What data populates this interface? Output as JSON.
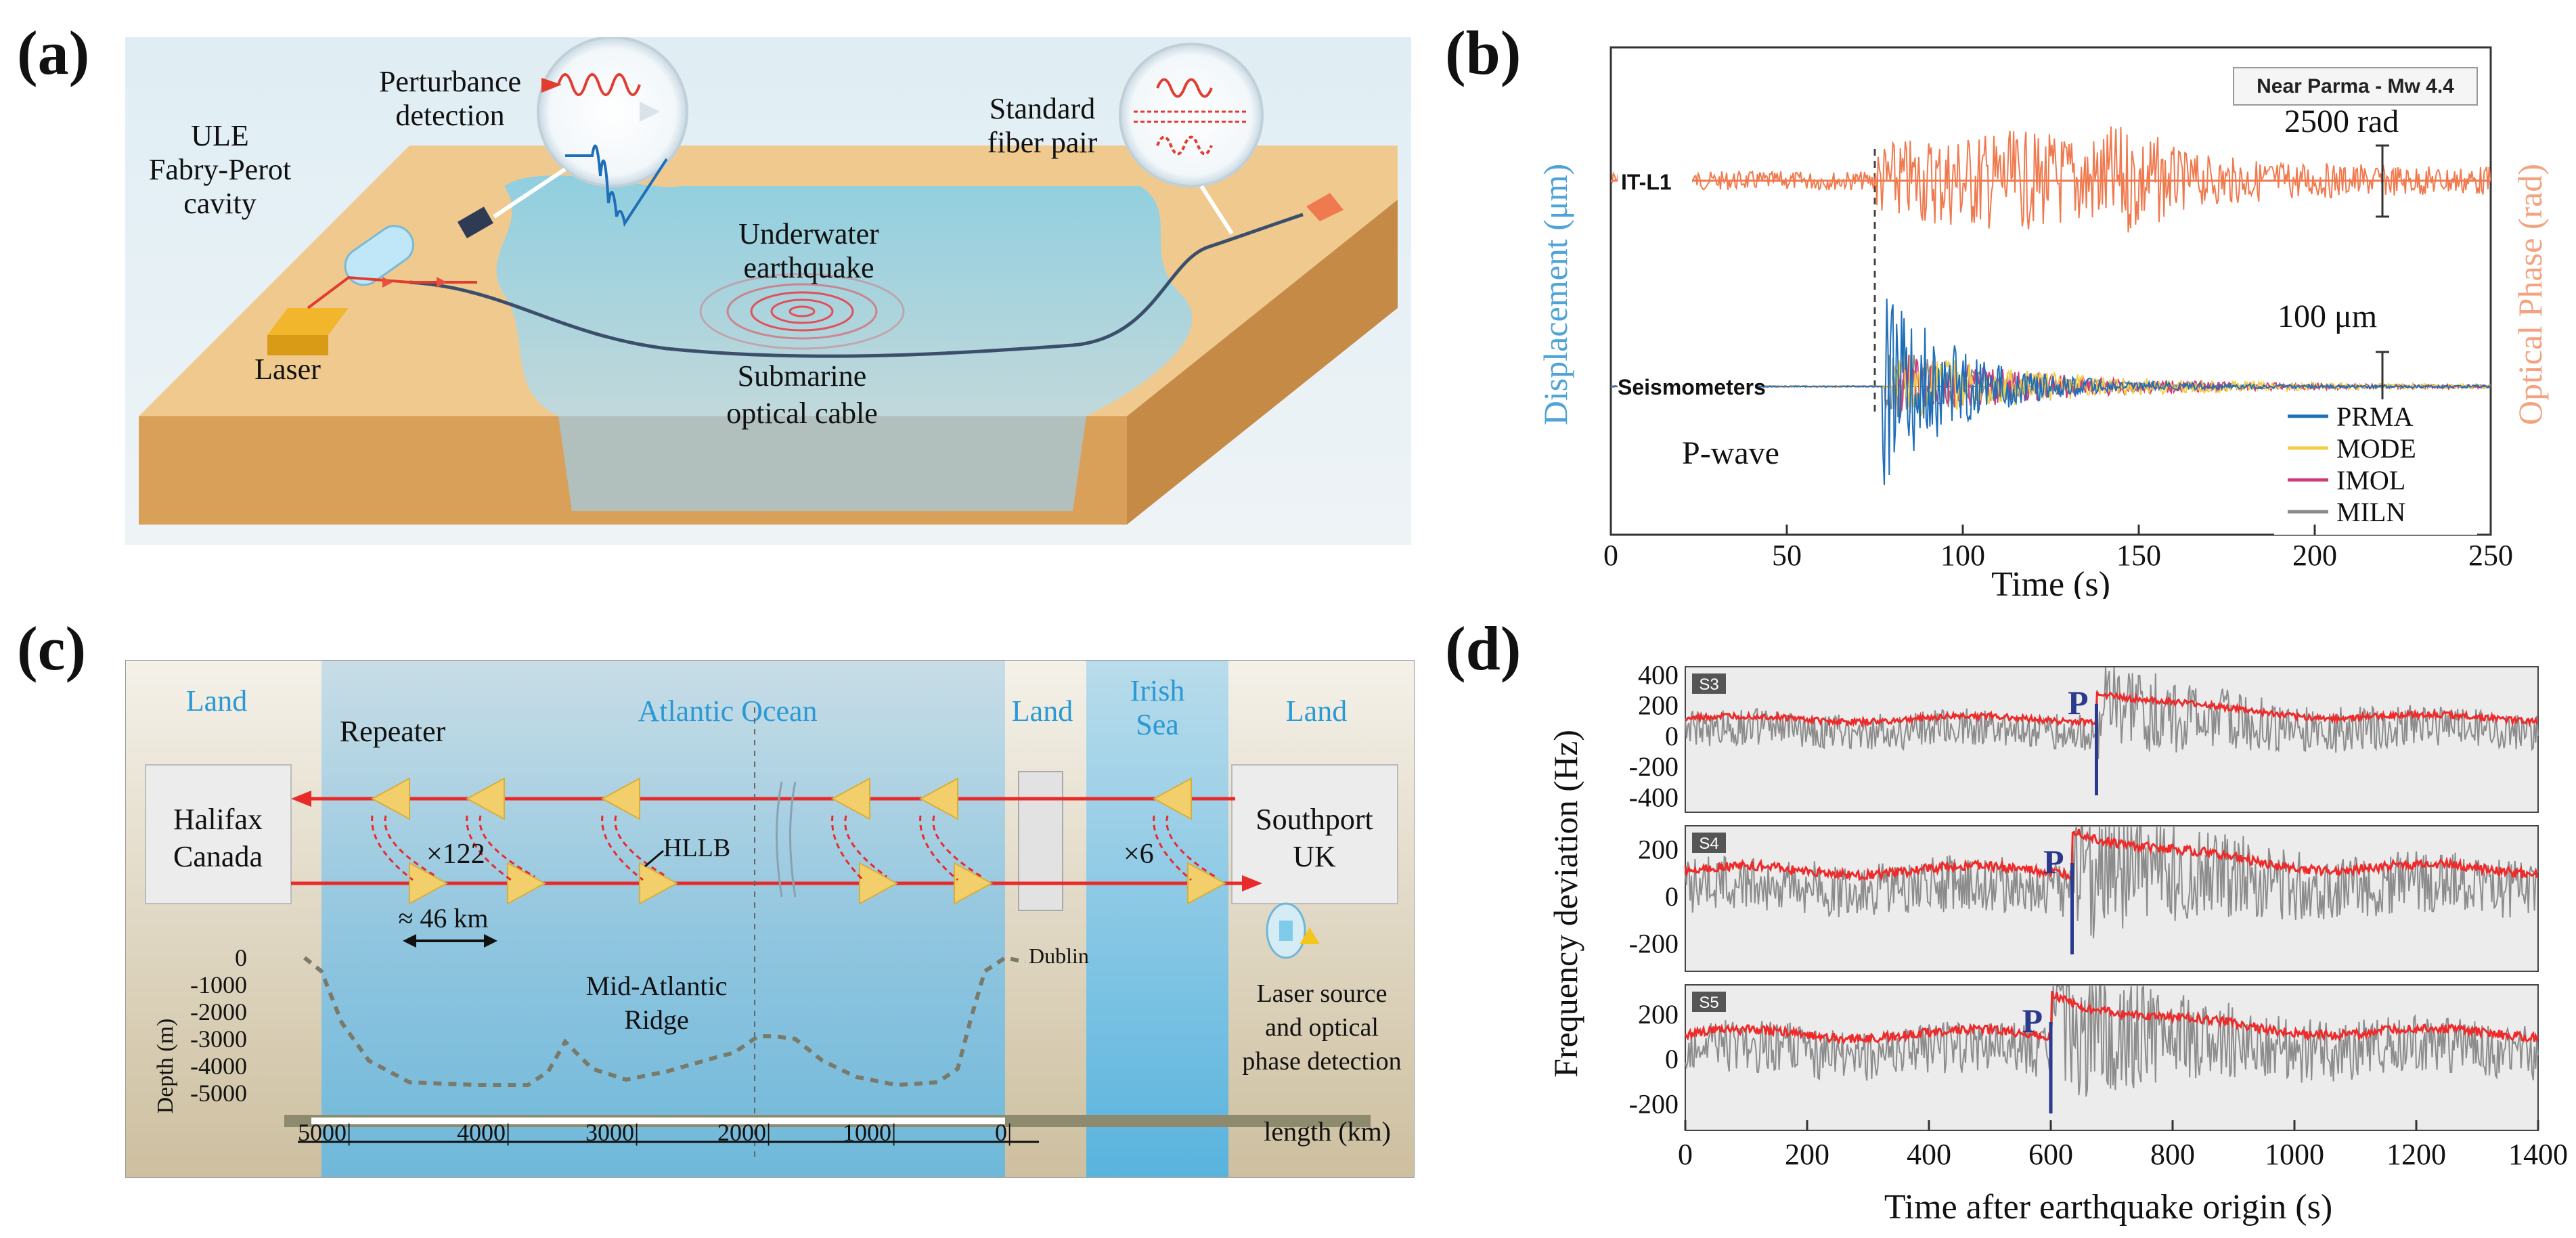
{
  "panels": {
    "a": {
      "label": "(a)",
      "texts": {
        "ule": "ULE",
        "fabry_perot": "Fabry-Perot",
        "cavity": "cavity",
        "perturbance": "Perturbance",
        "detection": "detection",
        "standard": "Standard",
        "fiber_pair": "fiber pair",
        "underwater": "Underwater",
        "earthquake": "earthquake",
        "laser": "Laser",
        "submarine": "Submarine",
        "optical_cable": "optical cable"
      }
    },
    "b": {
      "label": "(b)",
      "texts": {
        "legend_title": "Near Parma - Mw 4.4",
        "scale_rad": "2500 rad",
        "scale_um": "100 μm",
        "trace_itl1": "IT-L1",
        "trace_seis": "Seismometers",
        "pwave": "P-wave",
        "ylabel_left": "Displacement (μm)",
        "ylabel_right": "Optical Phase (rad)",
        "xlabel": "Time (s)"
      },
      "legend": [
        "PRMA",
        "MODE",
        "IMOL",
        "MILN"
      ],
      "xticks": [
        "0",
        "50",
        "100",
        "150",
        "200",
        "250"
      ],
      "colors": {
        "itl1": "#f07a4f",
        "PRMA": "#1f6fb8",
        "MODE": "#f2cd45",
        "IMOL": "#cf3c7a",
        "MILN": "#8a8a8a",
        "left_axis": "#4fa3d6",
        "right_axis": "#f4a27f"
      }
    },
    "c": {
      "label": "(c)",
      "texts": {
        "land_left": "Land",
        "atlantic": "Atlantic Ocean",
        "land_mid": "Land",
        "irish1": "Irish",
        "irish2": "Sea",
        "land_right": "Land",
        "repeater": "Repeater",
        "halifax": "Halifax",
        "canada": "Canada",
        "southport": "Southport",
        "uk": "UK",
        "x122": "×122",
        "x6": "×6",
        "hllb": "HLLB",
        "spacing": "≈ 46 km",
        "dublin": "Dublin",
        "ridge1": "Mid-Atlantic",
        "ridge2": "Ridge",
        "laser1": "Laser source",
        "laser2": "and optical",
        "laser3": "phase detection",
        "depth_label": "Depth (m)",
        "length_label": "length (km)"
      },
      "depth_ticks": [
        "0",
        "-1000",
        "-2000",
        "-3000",
        "-4000",
        "-5000"
      ],
      "length_ticks": [
        "5000|",
        "4000|",
        "3000|",
        "2000|",
        "1000|",
        "0|"
      ]
    },
    "d": {
      "label": "(d)",
      "texts": {
        "ylabel": "Frequency deviation (Hz)",
        "xlabel": "Time after earthquake origin (s)"
      },
      "xticks": [
        "0",
        "200",
        "400",
        "600",
        "800",
        "1000",
        "1200",
        "1400"
      ],
      "subplots": [
        {
          "tag": "S3",
          "p_label": "P",
          "yticks": [
            "400",
            "200",
            "0",
            "-200",
            "-400"
          ],
          "p_time": 675
        },
        {
          "tag": "S4",
          "p_label": "P",
          "yticks": [
            "200",
            "0",
            "-200"
          ],
          "p_time": 635
        },
        {
          "tag": "S5",
          "p_label": "P",
          "yticks": [
            "200",
            "0",
            "-200"
          ],
          "p_time": 600
        }
      ]
    }
  }
}
